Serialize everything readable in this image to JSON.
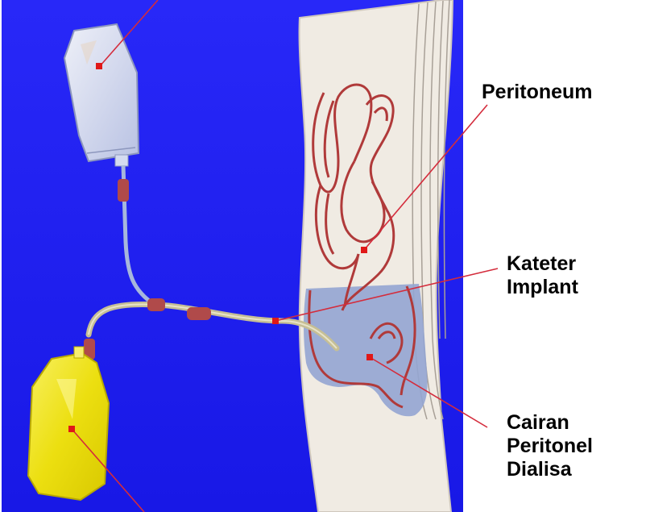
{
  "labels": {
    "peritoneum": "Peritoneum",
    "kateter": [
      "Kateter",
      "Implant"
    ],
    "cairan": [
      "Cairan",
      "Peritonel",
      "Dialisa"
    ]
  },
  "colors": {
    "background": "#1f1ff2",
    "body_wall": "#f0ebe4",
    "intestine_outline": "#b03a3a",
    "leader_line": "#d42c3c",
    "marker": "#e01818",
    "fluid": "#8fa1cf",
    "inflow_bag": "#d6dcef",
    "drain_bag": "#ece113",
    "catheter": "#c9c29a",
    "tube": "#9fb1d8"
  }
}
